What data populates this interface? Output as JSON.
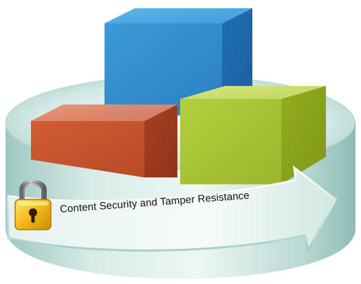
{
  "diagram": {
    "caption": "Content Security and Tamper Resistance",
    "icons": [
      "padlock-icon"
    ],
    "blocks": [
      {
        "name": "blue-cube",
        "color": "#2f86c9"
      },
      {
        "name": "orange-block",
        "color": "#c9552d"
      },
      {
        "name": "green-block",
        "color": "#9cbb2b"
      }
    ],
    "platform_color": "#cfe6e2",
    "arrow_color": "#e8f3f1"
  }
}
